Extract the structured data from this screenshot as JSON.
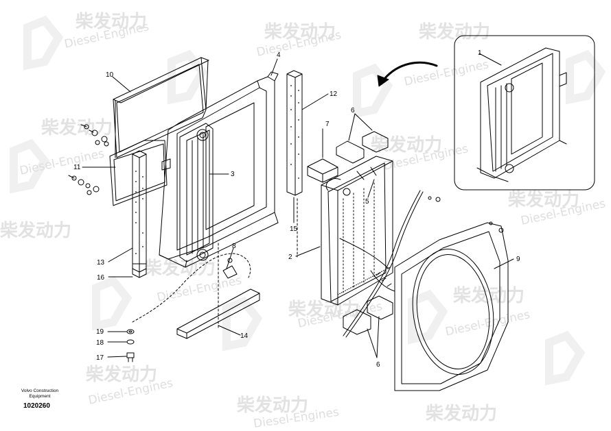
{
  "watermark": {
    "brand_cn": "柴发动力",
    "brand_en": "Diesel-Engines"
  },
  "footer": {
    "manufacturer_line1": "Volvo Construction",
    "manufacturer_line2": "Equipment",
    "document_number": "1020260"
  },
  "callouts": {
    "c1": "1",
    "c2": "2",
    "c3": "3",
    "c4": "4",
    "c5": "5",
    "c6a": "6",
    "c6b": "6",
    "c7": "7",
    "c8": "8",
    "c9": "9",
    "c10": "10",
    "c11": "11",
    "c12": "12",
    "c13": "13",
    "c14": "14",
    "c15": "15",
    "c16": "16",
    "c17": "17",
    "c18": "18",
    "c19": "19"
  },
  "colors": {
    "line": "#000000",
    "watermark": "#e0e0e0",
    "background": "#ffffff"
  }
}
